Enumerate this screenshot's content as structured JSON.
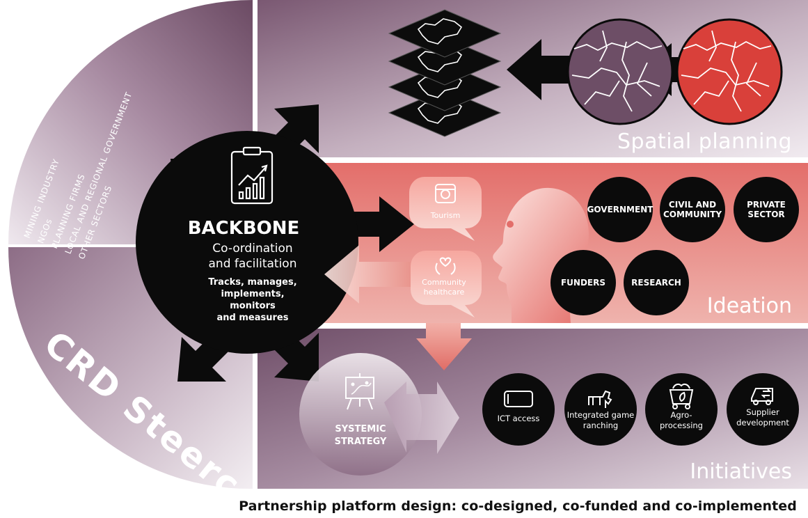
{
  "steerco": {
    "title": "CRD Steerco",
    "members": [
      "MINING INDUSTRY",
      "NGOs",
      "PLANNING FIRMS",
      "LOCAL AND REGIONAL GOVERNMENT",
      "OTHER SECTORS"
    ]
  },
  "backbone": {
    "title": "BACKBONE",
    "subtitle_line1": "Co-ordination",
    "subtitle_line2": "and facilitation",
    "desc_lines": [
      "Tracks, manages,",
      "implements,",
      "monitors",
      "and measures"
    ],
    "icon": "clipboard-chart-icon"
  },
  "spatial_planning": {
    "label": "Spatial planning"
  },
  "ideation": {
    "label": "Ideation",
    "bubbles": [
      {
        "label": "Tourism",
        "icon": "camera-icon"
      },
      {
        "label_line1": "Community",
        "label_line2": "healthcare",
        "icon": "hands-heart-icon"
      }
    ],
    "stakeholders": [
      {
        "lines": [
          "GOVERNMENT"
        ]
      },
      {
        "lines": [
          "CIVIL AND",
          "COMMUNITY"
        ]
      },
      {
        "lines": [
          "PRIVATE",
          "SECTOR"
        ]
      },
      {
        "lines": [
          "FUNDERS"
        ]
      },
      {
        "lines": [
          "RESEARCH"
        ]
      }
    ]
  },
  "strategy": {
    "line1": "SYSTEMIC",
    "line2": "STRATEGY",
    "icon": "easel-icon"
  },
  "initiatives": {
    "label": "Initiatives",
    "items": [
      {
        "lines": [
          "ICT access"
        ],
        "icon": "tablet-icon"
      },
      {
        "lines": [
          "Integrated game",
          "ranching"
        ],
        "icon": "horse-icon"
      },
      {
        "lines": [
          "Agro-",
          "processing"
        ],
        "icon": "mining-cart-icon"
      },
      {
        "lines": [
          "Supplier",
          "development"
        ],
        "icon": "truck-icon"
      }
    ]
  },
  "caption": "Partnership platform design: co-designed, co-funded and co-implemented",
  "colors": {
    "purple_dark": "#6e4d66",
    "purple_light": "#ebe4ea",
    "salmon": "#e0706b",
    "red_map": "#d9403a",
    "black": "#0b0b0b"
  }
}
